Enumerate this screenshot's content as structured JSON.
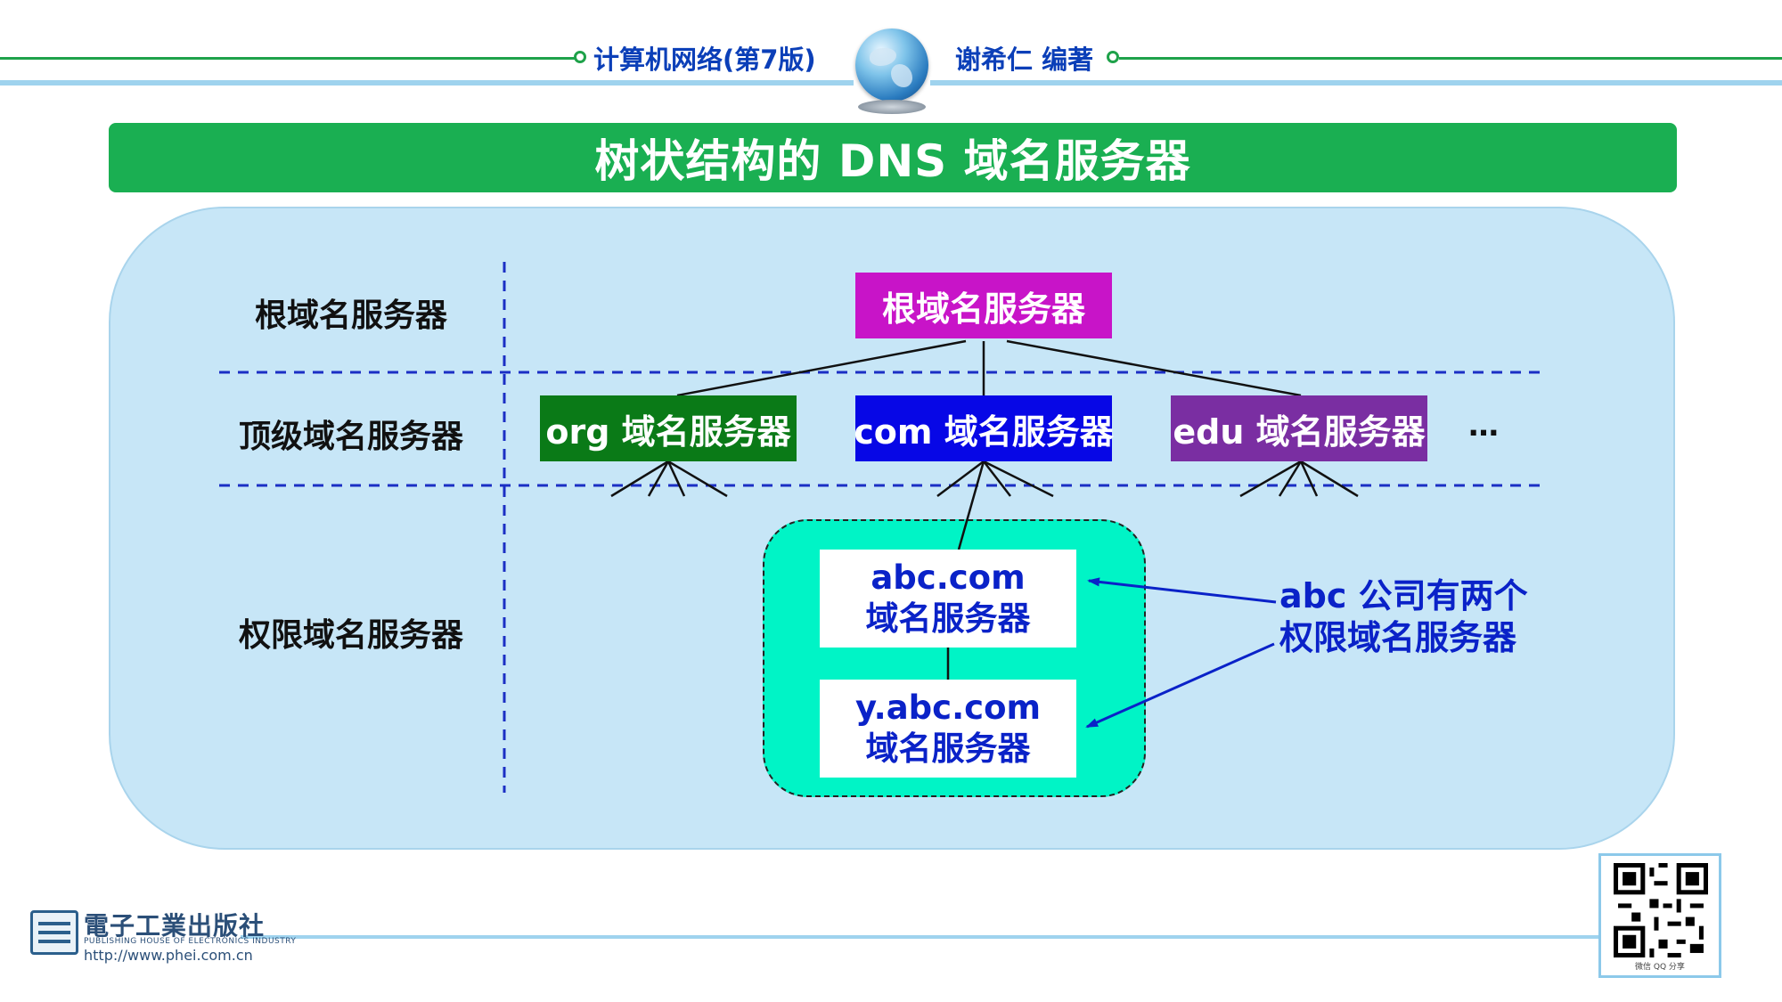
{
  "header": {
    "book_title": "计算机网络(第7版)",
    "author": "谢希仁 编著"
  },
  "slide_title": "树状结构的 DNS 域名服务器",
  "rows": {
    "root": "根域名服务器",
    "top_level": "顶级域名服务器",
    "authoritative": "权限域名服务器"
  },
  "nodes": {
    "root": "根域名服务器",
    "org": "org 域名服务器",
    "com": "com 域名服务器",
    "edu": "edu 域名服务器",
    "ellipsis": "…"
  },
  "authoritative_servers": {
    "abc_line1": "abc.com",
    "abc_line2": "域名服务器",
    "y_line1": "y.abc.com",
    "y_line2": "域名服务器"
  },
  "note": {
    "line1": "abc 公司有两个",
    "line2": "权限域名服务器"
  },
  "footer": {
    "publisher_cn": "電子工業出版社",
    "publisher_en": "PUBLISHING HOUSE OF ELECTRONICS INDUSTRY",
    "url": "http://www.phei.com.cn",
    "qr_caption": "微信 QQ 分享"
  },
  "colors": {
    "title_bar": "#1aaf52",
    "panel": "#c7e6f7",
    "root_node": "#c814c8",
    "org_node": "#0a7a17",
    "com_node": "#0707e6",
    "edu_node": "#7a2ea2",
    "auth_group": "#00f4c6",
    "accent_text": "#0a22c8"
  }
}
